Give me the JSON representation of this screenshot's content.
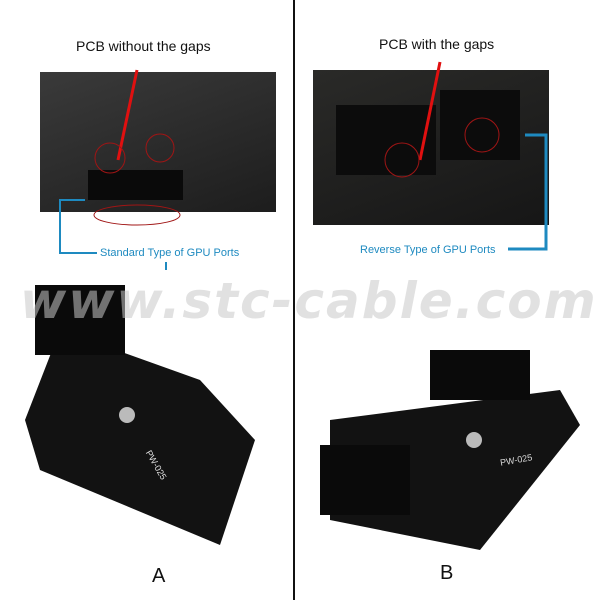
{
  "left": {
    "caption": "PCB without the gaps",
    "port_label": "Standard Type of GPU Ports",
    "board_text": "PW-025",
    "letter": "A"
  },
  "right": {
    "caption": "PCB with the gaps",
    "port_label": "Reverse Type of GPU Ports",
    "board_text": "PW-025",
    "letter": "B"
  },
  "watermark": "www.stc-cable.com",
  "colors": {
    "callout_red": "#e01010",
    "label_blue": "#1e8ac0",
    "pcb": "#111111"
  }
}
